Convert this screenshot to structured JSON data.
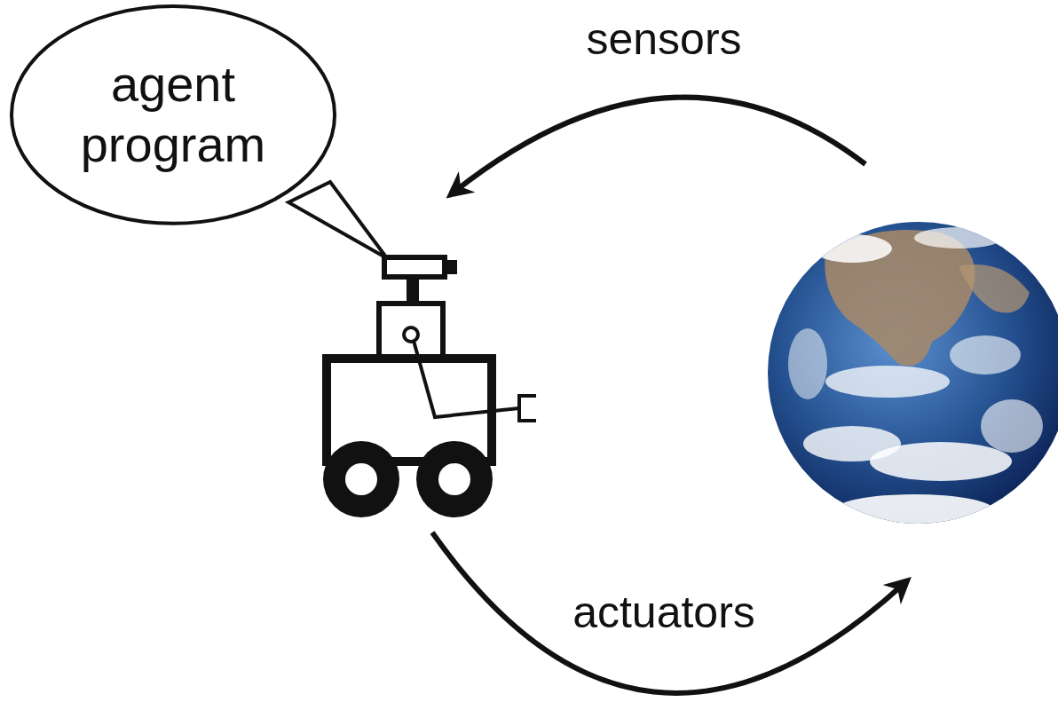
{
  "diagram": {
    "nodes": [
      {
        "text": [
          "agent program"
        ]
      }
    ],
    "labels": [
      "sensors",
      "actuators"
    ]
  }
}
